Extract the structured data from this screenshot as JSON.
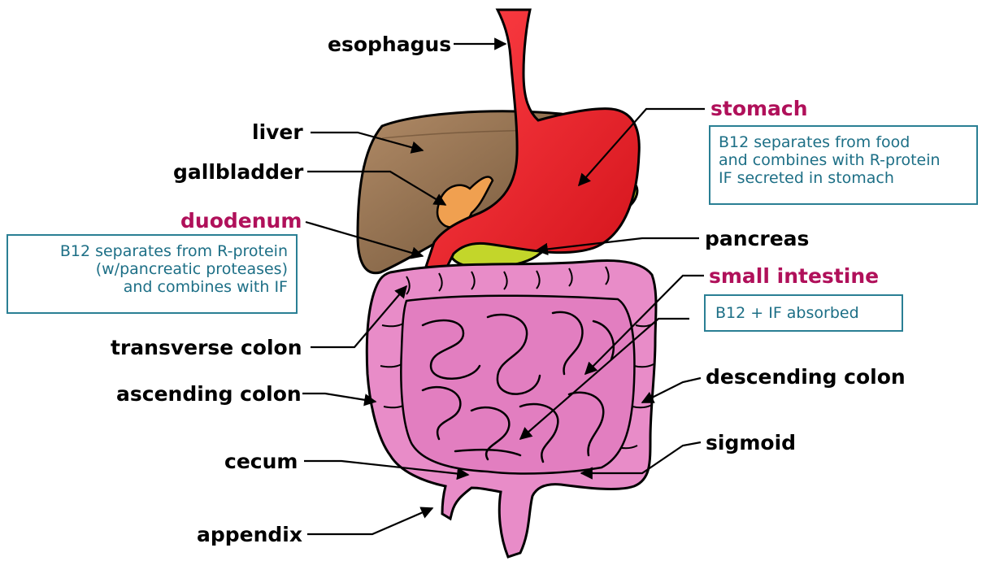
{
  "labels": {
    "esophagus": "esophagus",
    "liver": "liver",
    "gallbladder": "gallbladder",
    "duodenum": "duodenum",
    "stomach": "stomach",
    "pancreas": "pancreas",
    "small_intestine": "small intestine",
    "transverse_colon": "transverse colon",
    "ascending_colon": "ascending colon",
    "descending_colon": "descending colon",
    "cecum": "cecum",
    "sigmoid": "sigmoid",
    "appendix": "appendix"
  },
  "notes": {
    "stomach": [
      "B12 separates from food",
      "and combines with R-protein",
      "IF secreted in stomach"
    ],
    "duodenum": [
      "B12 separates from R-protein",
      "(w/pancreatic proteases)",
      "and combines with IF"
    ],
    "small_intestine": [
      "B12 + IF absorbed"
    ]
  },
  "colors": {
    "accent_label": "#b0105a",
    "note_border": "#2a7f94",
    "note_text": "#1d6f86",
    "stomach": "#e8202a",
    "liver": "#8a6a4a",
    "pancreas": "#c3d62a",
    "gallbladder": "#f0a050",
    "intestine": "#e88cc8"
  }
}
